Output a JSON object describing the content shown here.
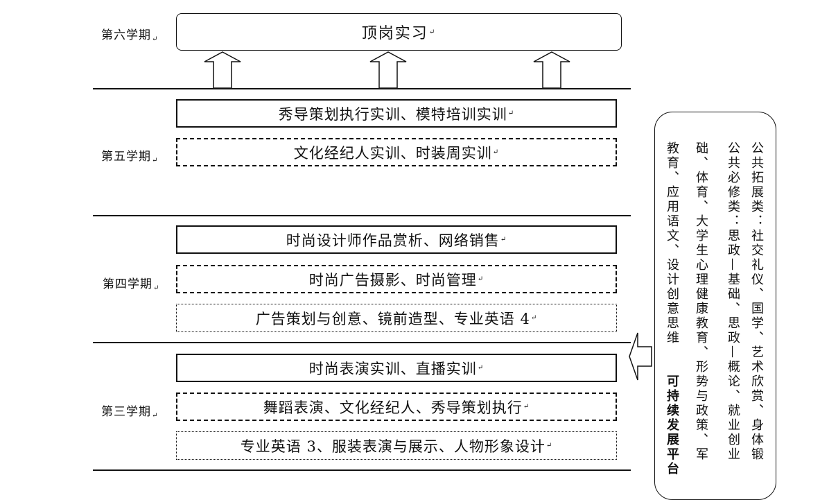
{
  "semesters": {
    "s6": "第六学期",
    "s5": "第五学期",
    "s4": "第四学期",
    "s3": "第三学期"
  },
  "return_mark": "↵",
  "top_box": "顶岗实习",
  "s5_courses": {
    "solid": "秀导策划执行实训、模特培训实训",
    "dashed": "文化经纪人实训、时装周实训"
  },
  "s4_courses": {
    "solid": "时尚设计师作品赏析、网络销售",
    "dashed": "时尚广告摄影、时尚管理",
    "dotted": "广告策划与创意、镜前造型、专业英语 4"
  },
  "s3_courses": {
    "solid": "时尚表演实训、直播实训",
    "dashed": "舞蹈表演、文化经纪人、秀导策划执行",
    "dotted": "专业英语 3、服装表演与展示、人物形象设计"
  },
  "side_panel": {
    "col1": "公共拓展类：社交礼仪、国学、艺术欣赏、身体锻",
    "col2": "公共必修类：思政—基础、思政—概论、就业创业",
    "col3": "础、体育、大学生心理健康教育、形势与政策、军",
    "col4": "教育、应用语文、设计创意思维",
    "col5": "可持续发展平台"
  }
}
